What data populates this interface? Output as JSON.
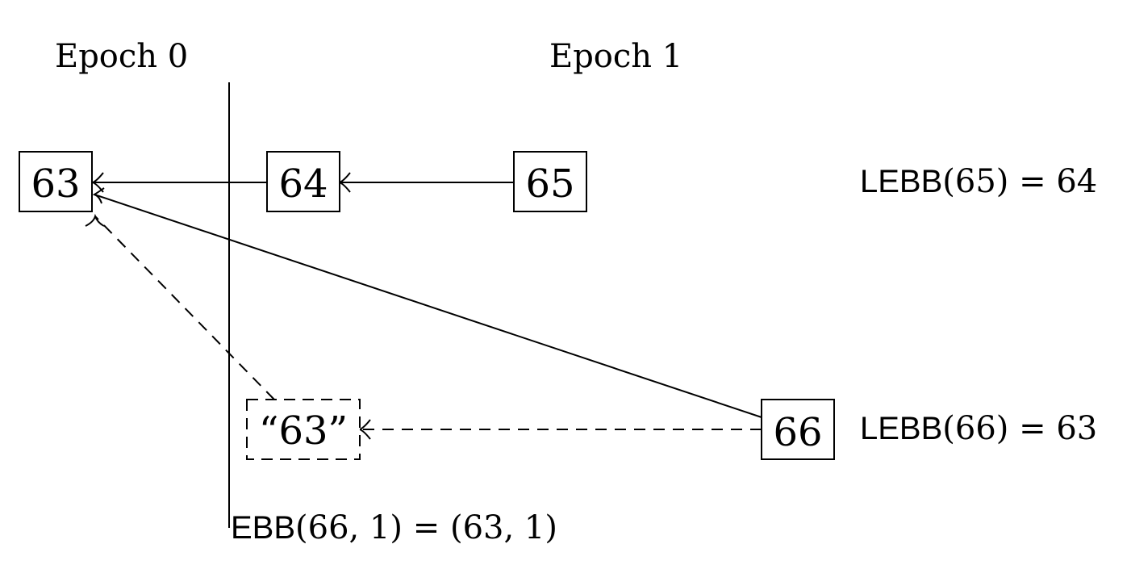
{
  "epochs": {
    "epoch0_label": "Epoch 0",
    "epoch1_label": "Epoch 1"
  },
  "blocks": {
    "b63": "63",
    "b64": "64",
    "b65": "65",
    "b66": "66",
    "virtual63": "“63”"
  },
  "annotations": {
    "lebb65": {
      "fn": "LEBB",
      "rest": "(65) = 64"
    },
    "lebb66": {
      "fn": "LEBB",
      "rest": "(66) = 63"
    },
    "ebb66": {
      "fn": "EBB",
      "rest": "(66, 1) = (63, 1)"
    }
  }
}
